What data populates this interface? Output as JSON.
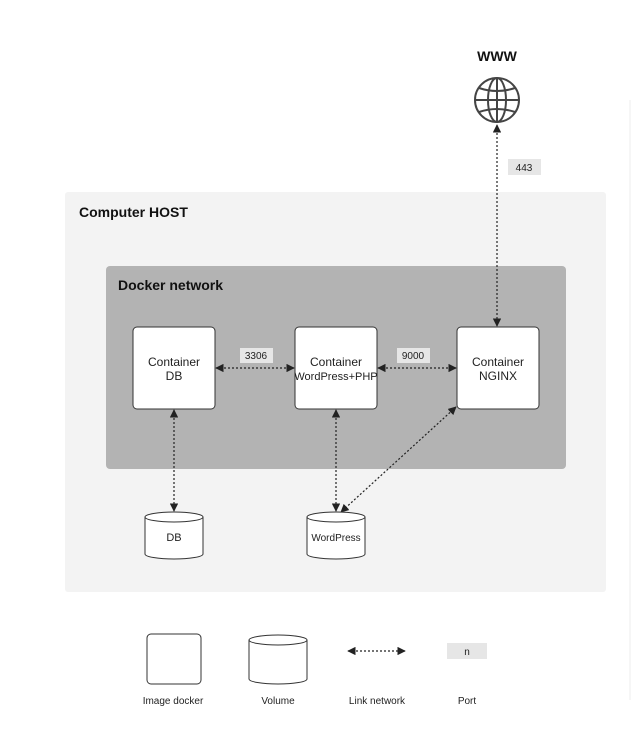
{
  "internet": {
    "label": "WWW"
  },
  "host": {
    "title": "Computer HOST"
  },
  "network": {
    "title": "Docker network"
  },
  "containers": {
    "db": {
      "line1": "Container",
      "line2": "DB"
    },
    "wp": {
      "line1": "Container",
      "line2": "WordPress+PHP"
    },
    "nginx": {
      "line1": "Container",
      "line2": "NGINX"
    }
  },
  "volumes": {
    "db": {
      "label": "DB"
    },
    "wp": {
      "label": "WordPress"
    }
  },
  "ports": {
    "https": "443",
    "mysql": "3306",
    "fpm": "9000"
  },
  "legend": {
    "image": "Image docker",
    "volume": "Volume",
    "link": "Link network",
    "port": "Port",
    "port_sample": "n"
  },
  "colors": {
    "host_bg": "#f3f3f3",
    "network_bg": "#b3b3b3",
    "port_bg": "#e6e6e6",
    "stroke": "#333333"
  }
}
